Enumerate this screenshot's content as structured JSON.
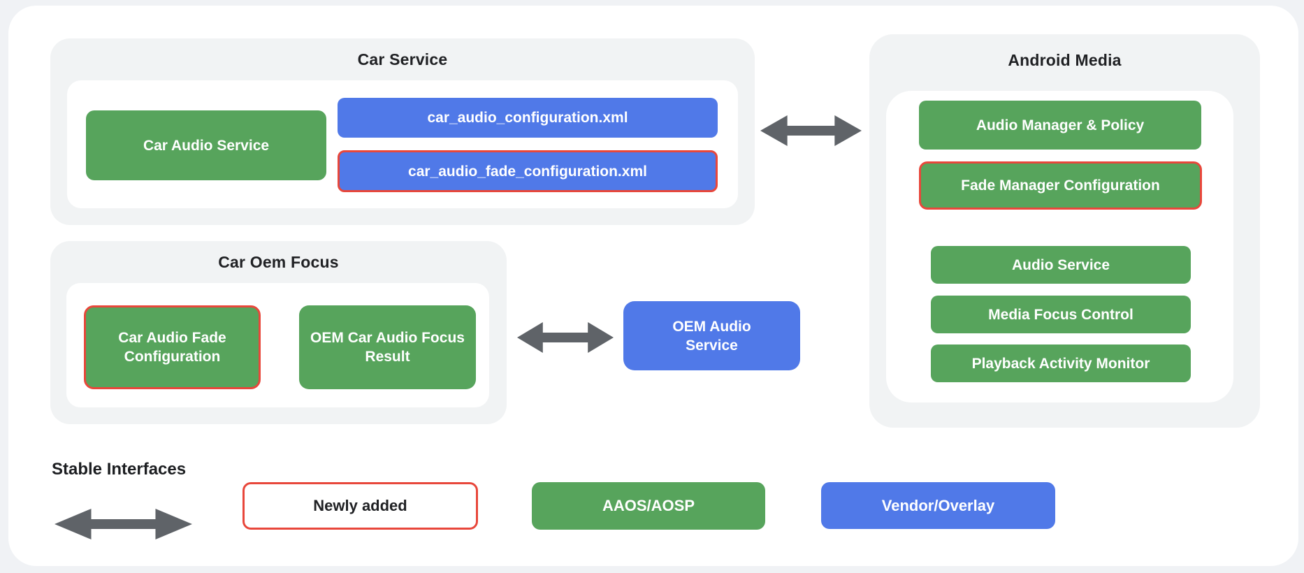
{
  "colors": {
    "page_bg": "#f0f2f5",
    "card_bg": "#ffffff",
    "group_bg": "#f1f3f4",
    "panel_bg": "#ffffff",
    "green": "#57a45c",
    "blue": "#5079e8",
    "red": "#e8473b",
    "arrow_gray": "#5f6368",
    "title_text": "#202124"
  },
  "groups": {
    "car_service": {
      "title": "Car Service",
      "boxes": {
        "car_audio_service": "Car Audio Service",
        "car_audio_configuration_xml": "car_audio_configuration.xml",
        "car_audio_fade_configuration_xml": "car_audio_fade_configuration.xml"
      }
    },
    "car_oem_focus": {
      "title": "Car Oem Focus",
      "boxes": {
        "car_audio_fade_configuration": "Car Audio Fade Configuration",
        "oem_car_audio_focus_result": "OEM Car Audio Focus Result"
      }
    },
    "android_media": {
      "title": "Android Media",
      "boxes": {
        "audio_manager_policy": "Audio Manager & Policy",
        "fade_manager_configuration": "Fade Manager Configuration",
        "audio_service": "Audio Service",
        "media_focus_control": "Media Focus Control",
        "playback_activity_monitor": "Playback Activity Monitor"
      }
    }
  },
  "standalone": {
    "oem_audio_service": "OEM Audio Service"
  },
  "legend": {
    "stable_interfaces": "Stable Interfaces",
    "newly_added": "Newly added",
    "aaos_aosp": "AAOS/AOSP",
    "vendor_overlay": "Vendor/Overlay"
  },
  "icons": {
    "double_arrow": "double-arrow-icon"
  }
}
